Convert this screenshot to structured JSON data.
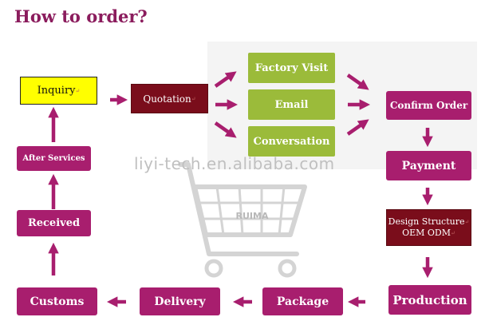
{
  "title": "How to order?",
  "watermark": "liyi-tech.en.alibaba.com",
  "cart_logo": "RUIMA",
  "edit_mark": "↵",
  "steps": {
    "inquiry": "Inquiry",
    "quotation": "Quotation",
    "factory_visit": "Factory Visit",
    "email": "Email",
    "conversation": "Conversation",
    "confirm_order": "Confirm Order",
    "payment": "Payment",
    "design_structure": "Design Structure",
    "oem_odm": "OEM ODM",
    "production": "Production",
    "package": "Package",
    "delivery": "Delivery",
    "customs": "Customs",
    "received": "Received",
    "after_services": "After Services"
  },
  "colors": {
    "magenta": "#a81e6e",
    "green": "#9bbb3a",
    "dark_red": "#7a0d1b",
    "yellow": "#ffff00",
    "title": "#8b1c5d"
  }
}
